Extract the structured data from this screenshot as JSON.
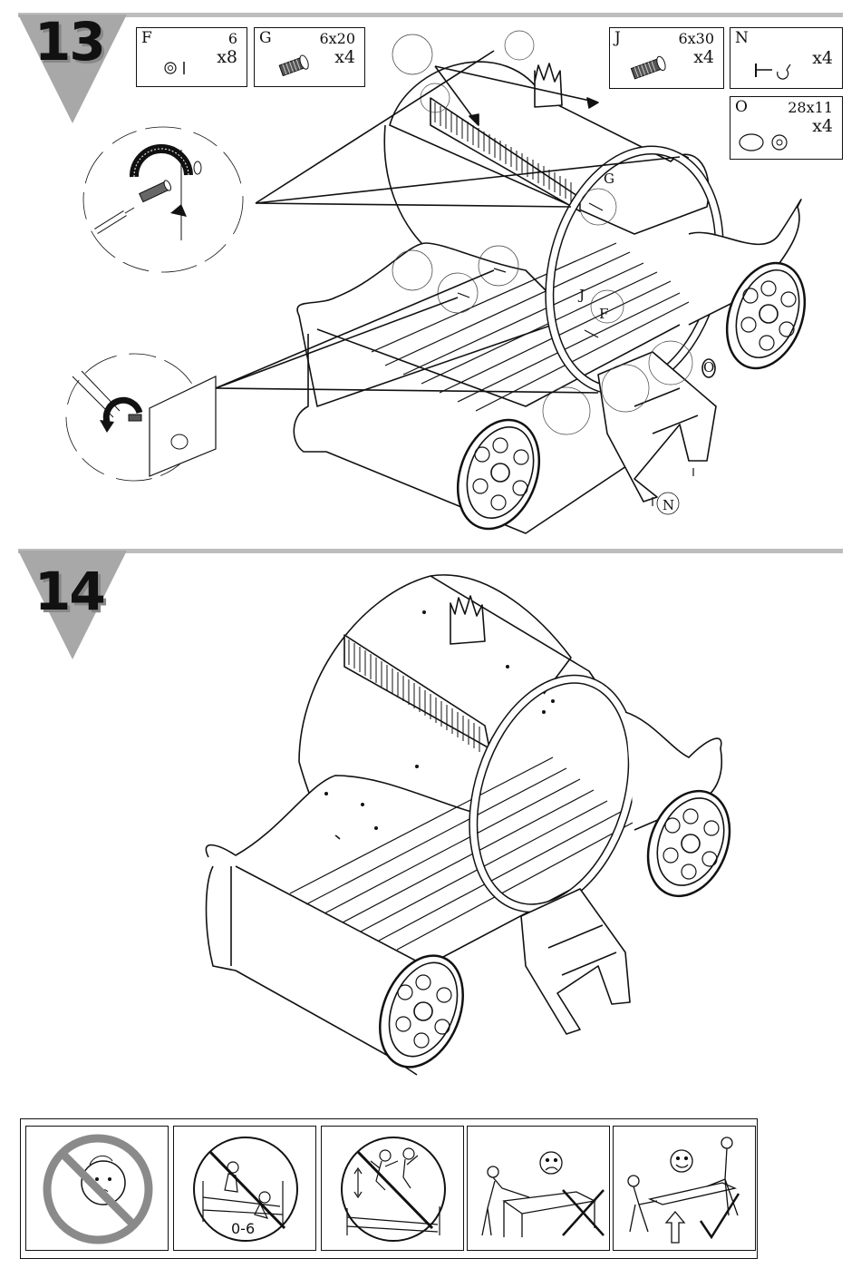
{
  "steps": [
    {
      "number": "13"
    },
    {
      "number": "14"
    }
  ],
  "parts": {
    "F": {
      "letter": "F",
      "size": "6",
      "qty": "x8"
    },
    "G": {
      "letter": "G",
      "size": "6x20",
      "qty": "x4"
    },
    "J": {
      "letter": "J",
      "size": "6x30",
      "qty": "x4"
    },
    "N": {
      "letter": "N",
      "size": "",
      "qty": "x4"
    },
    "O": {
      "letter": "O",
      "size": "28x11",
      "qty": "x4"
    }
  },
  "callouts": {
    "G": "G",
    "J": "J",
    "F": "F",
    "O": "O",
    "N": "N"
  },
  "warnings": {
    "age_text": "0-6"
  },
  "colors": {
    "rule": "#bdbdbd",
    "triangle": "#a8a8a8",
    "line": "#111111",
    "warning_grey": "#8a8a8a"
  }
}
